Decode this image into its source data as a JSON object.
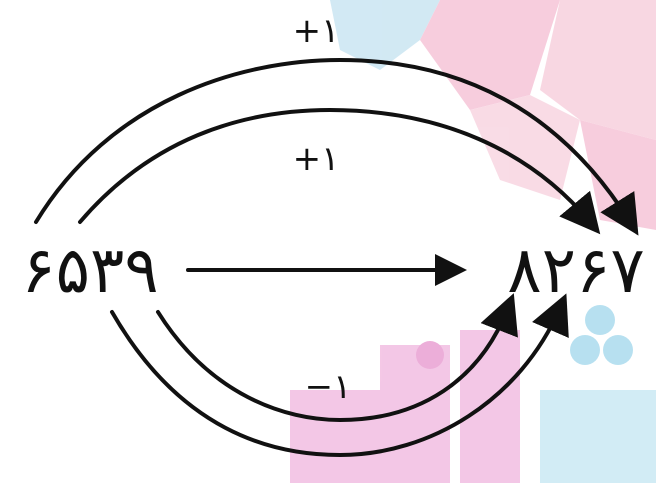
{
  "diagram": {
    "source_number": "۶۵۳۹",
    "target_number": "۸۲۶۷",
    "labels": {
      "outer_top": "+۱",
      "inner_top": "+۱",
      "bottom": "−۱"
    }
  },
  "colors": {
    "ink": "#111111",
    "bg_blue": "#bfe0ef",
    "bg_pink": "#f4b9cf",
    "bg_magenta": "#e58cc9",
    "bg_cyan": "#9ad4ea"
  }
}
